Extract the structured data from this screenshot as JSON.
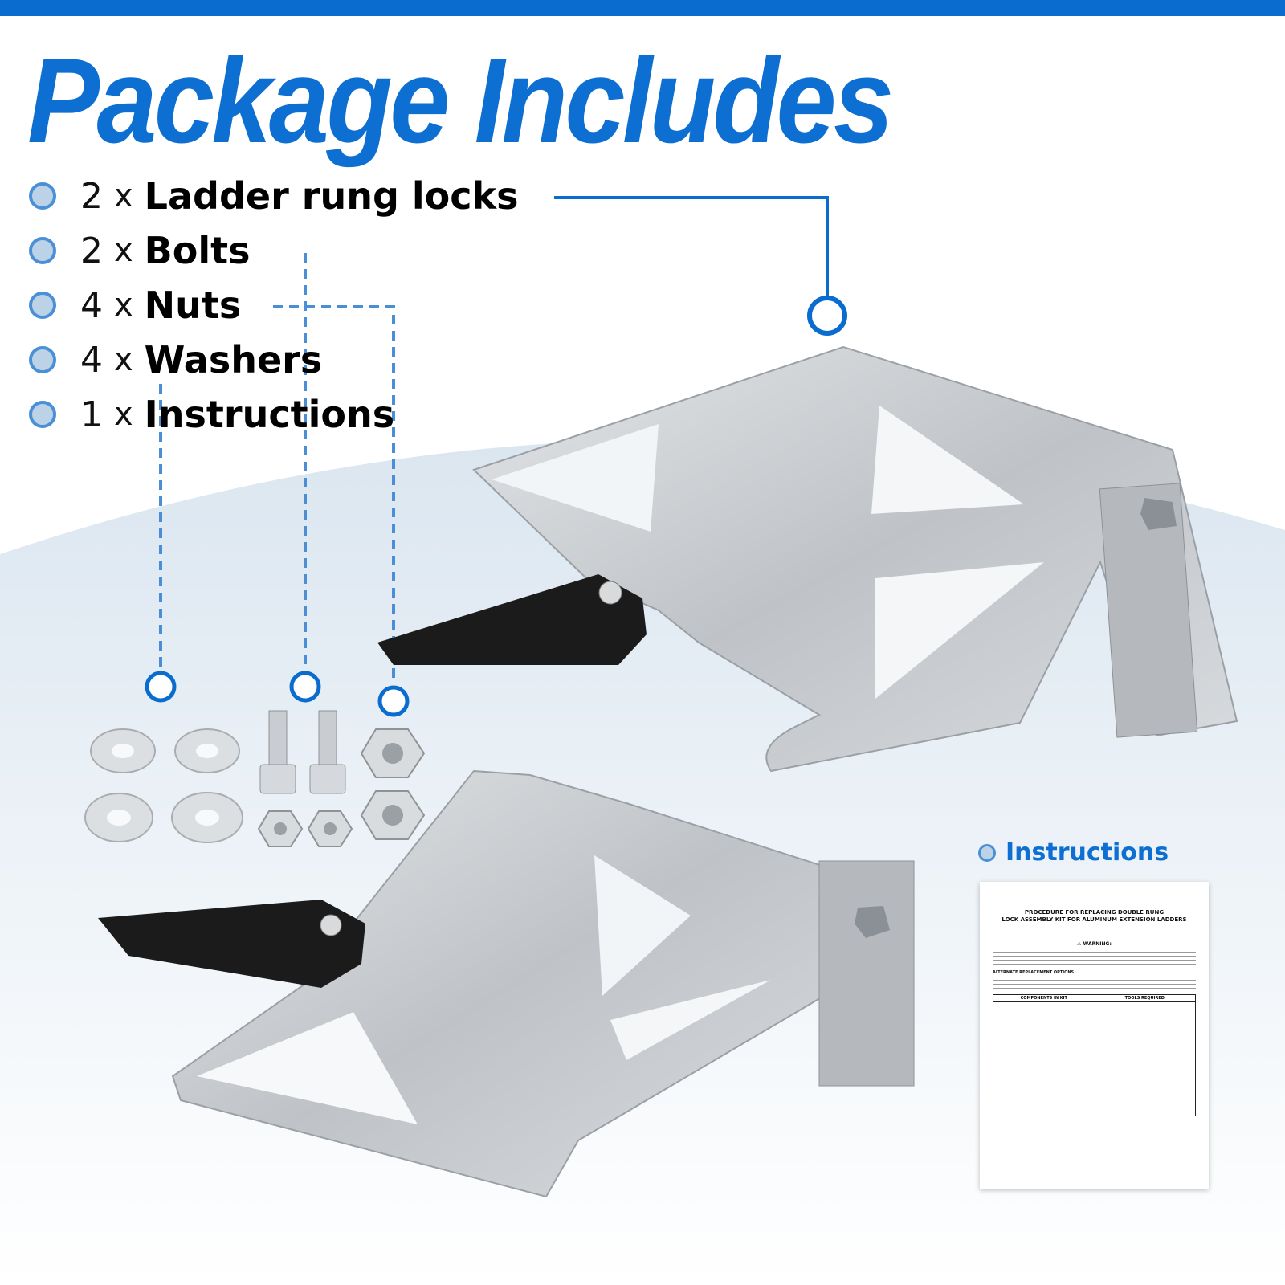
{
  "colors": {
    "accent": "#0a6ccf",
    "title": "#0d6fd1",
    "dot_fill": "#bcd2e6",
    "dot_ring": "#4a90d6",
    "background_swoosh": "#dce7f1",
    "aluminum": "#c8cbcf",
    "lever": "#1b1b1b"
  },
  "title": "Package Includes",
  "items": [
    {
      "qty": "2",
      "x": "x",
      "name": "Ladder rung locks"
    },
    {
      "qty": "2",
      "x": "x",
      "name": "Bolts"
    },
    {
      "qty": "4",
      "x": "x",
      "name": "Nuts"
    },
    {
      "qty": "4",
      "x": "x",
      "name": "Washers"
    },
    {
      "qty": "1",
      "x": "x",
      "name": "Instructions"
    }
  ],
  "instructions_label": "Instructions",
  "sheet": {
    "title_line1": "PROCEDURE FOR REPLACING DOUBLE RUNG",
    "title_line2": "LOCK ASSEMBLY KIT FOR ALUMINUM  EXTENSION LADDERS",
    "warning": "WARNING:",
    "subheading": "ALTERNATE REPLACEMENT OPTIONS",
    "col_left": "COMPONENTS IN KIT",
    "col_right": "TOOLS REQUIRED"
  }
}
